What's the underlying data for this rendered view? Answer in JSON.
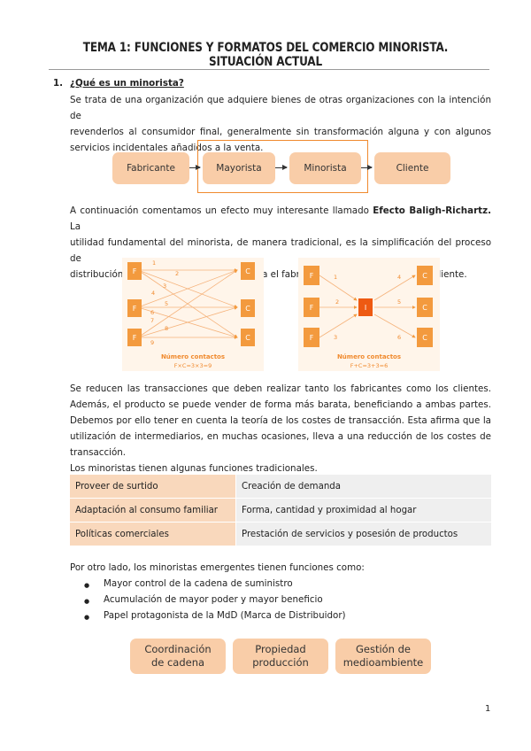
{
  "title": "TEMA 1: FUNCIONES Y FORMATOS DEL COMERCIO MINORISTA. SITUACIÓN ACTUAL",
  "section1": {
    "number": "1.",
    "heading": "¿Qué es un minorista?",
    "paragraph_lines": [
      "Se trata de una organización que adquiere bienes de otras organizaciones con la intención de",
      "revenderlos al consumidor final, generalmente sin transformación alguna y con algunos",
      "servicios incidentales añadidos a la venta."
    ]
  },
  "flow": {
    "boxes": [
      "Fabricante",
      "Mayorista",
      "Minorista",
      "Cliente"
    ]
  },
  "paragraph2": {
    "line1_before": "A continuación comentamos un efecto muy interesante llamado ",
    "line1_bold": "Efecto Baligh-Richartz.",
    "line1_after": " La",
    "line2": "utilidad fundamental del minorista, de manera tradicional, es la simplificación del proceso de",
    "line3": "distribución. Pero no sólo se simplifica para el fabricante, si no también para el cliente."
  },
  "diagram_left": {
    "node_f": "F",
    "node_c": "C",
    "edge_labels": [
      "1",
      "2",
      "3",
      "4",
      "5",
      "6",
      "7",
      "8",
      "9"
    ],
    "caption": "Número contactos",
    "formula": "F×C=3×3=9"
  },
  "diagram_right": {
    "node_f": "F",
    "node_c": "C",
    "node_i": "I",
    "edge_labels": [
      "1",
      "2",
      "3",
      "4",
      "5",
      "6"
    ],
    "caption": "Número contactos",
    "formula": "F+C=3+3=6"
  },
  "paragraph3_lines": [
    "Se reducen las transacciones que deben realizar tanto los fabricantes como los clientes.",
    "Además, el producto se puede vender de forma más barata, beneficiando a ambas partes.",
    "Debemos por ello tener en cuenta la teoría de los costes de transacción. Esta afirma que la",
    "utilización de intermediarios, en muchas ocasiones, lleva a una reducción de los costes de",
    "transacción."
  ],
  "table_intro": "Los minoristas tienen algunas funciones tradicionales.",
  "table_rows": [
    {
      "left": "Proveer de surtido",
      "right": "Creación de demanda"
    },
    {
      "left": "Adaptación al consumo familiar",
      "right": "Forma, cantidad y proximidad al hogar"
    },
    {
      "left": "Políticas comerciales",
      "right": "Prestación de servicios y posesión de productos"
    }
  ],
  "emergent_intro": "Por otro lado, los minoristas emergentes tienen funciones como:",
  "bullets": [
    "Mayor control de la cadena de suministro",
    "Acumulación de mayor poder y mayor beneficio",
    "Papel protagonista de la MdD (Marca de Distribuidor)"
  ],
  "bullet_symbol": "●",
  "pills": [
    "Coordinación\nde cadena",
    "Propiedad\nproducción",
    "Gestión de\nmedioambiente"
  ],
  "page_number": "1",
  "colors": {
    "accent_orange": "#f08a2e",
    "light_orange": "#f9cda8",
    "node_orange": "#f39a3e",
    "intermediary_red": "#ee5a12"
  }
}
